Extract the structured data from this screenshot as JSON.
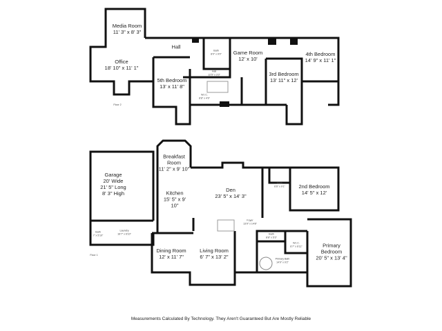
{
  "floor2": {
    "label": "Floor 2",
    "rooms": [
      {
        "name": "Media Room",
        "dims": "11' 3\" x 8' 3\""
      },
      {
        "name": "Office",
        "dims": "18' 10\" x 11' 1\""
      },
      {
        "name": "Hall",
        "dims": ""
      },
      {
        "name": "Bath",
        "dims": "8'0\" x 9'0\""
      },
      {
        "name": "Game Room",
        "dims": "12' x 10'"
      },
      {
        "name": "5th Bedroom",
        "dims": "13' x 11' 8\""
      },
      {
        "name": "4th Bedroom",
        "dims": "14' 9\" x 11' 1\""
      },
      {
        "name": "3rd Bedroom",
        "dims": "13' 11\" x 12'"
      },
      {
        "name": "Hall",
        "dims": "12'5\" x 3'3\""
      },
      {
        "name": "W.I.C.",
        "dims": "8'8\" x 4'9\""
      }
    ]
  },
  "floor1": {
    "label": "Floor 1",
    "rooms": [
      {
        "name": "Garage",
        "dims": "20' Wide",
        "dims2": "21' 5\" Long",
        "dims3": "8' 3\" High"
      },
      {
        "name": "Breakfast Room",
        "dims": "11' 2\" x 9' 10\""
      },
      {
        "name": "Kitchen",
        "dims": "15' 5\" x 9' 10\""
      },
      {
        "name": "Den",
        "dims": "23' 5\" x 14' 3\""
      },
      {
        "name": "Bath",
        "dims": "6'6\" x 9'1\""
      },
      {
        "name": "2nd Bedroom",
        "dims": "14' 5\" x 12'"
      },
      {
        "name": "Foyer",
        "dims": "13'9\" x 14'8\""
      },
      {
        "name": "Laundry",
        "dims": "16'7\" x 6'10\""
      },
      {
        "name": "Bath",
        "dims": "7' x 5'10\""
      },
      {
        "name": "Dining Room",
        "dims": "12' x 11' 7\""
      },
      {
        "name": "Living Room",
        "dims": "6' 7\" x 13' 2\""
      },
      {
        "name": "Bath",
        "dims": "8'8\" x 5'3\""
      },
      {
        "name": "W.I.C.",
        "dims": "6'7\" x 6'11\""
      },
      {
        "name": "Primary Bath",
        "dims": "14'9\" x 9'2\""
      },
      {
        "name": "Primary Bedroom",
        "dims": "20' 5\" x 13' 4\""
      }
    ]
  },
  "footer": "Measurements Calculated By Technology. They Aren't Guaranteed But Are Mostly Reliable"
}
